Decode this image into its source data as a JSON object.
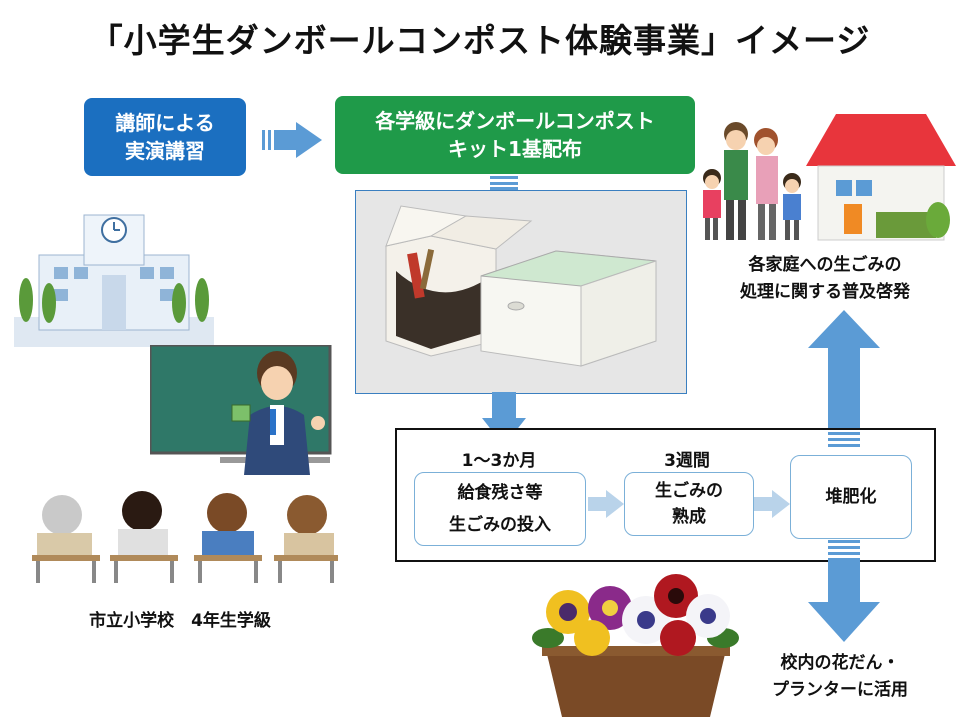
{
  "title": "「小学生ダンボールコンポスト体験事業」イメージ",
  "lecture": {
    "line1": "講師による",
    "line2": "実演講習"
  },
  "kit": {
    "line1": "各学級にダンボールコンポスト",
    "line2": "キット1基配布"
  },
  "school_label": "市立小学校　4年生学級",
  "process": {
    "step1": {
      "period": "1〜3か月",
      "line1": "給食残さ等",
      "line2": "生ごみの投入"
    },
    "step2": {
      "period": "3週間",
      "line1": "生ごみの",
      "line2": "熟成"
    },
    "step3": {
      "line1": "堆肥化"
    }
  },
  "outcome_home": {
    "line1": "各家庭への生ごみの",
    "line2": "処理に関する普及啓発"
  },
  "outcome_school": {
    "line1": "校内の花だん・",
    "line2": "プランターに活用"
  },
  "colors": {
    "lecture_box": "#1b6fc0",
    "kit_box": "#1f9a49",
    "arrow": "#5b9bd5",
    "step_border": "#7bb0d8",
    "roof": "#e8353c"
  },
  "icons": [
    "school-building-illustration",
    "teacher-illustration",
    "students-illustration",
    "cardboard-compost-kit-photo",
    "family-illustration",
    "house-illustration",
    "pansy-planter-illustration"
  ]
}
